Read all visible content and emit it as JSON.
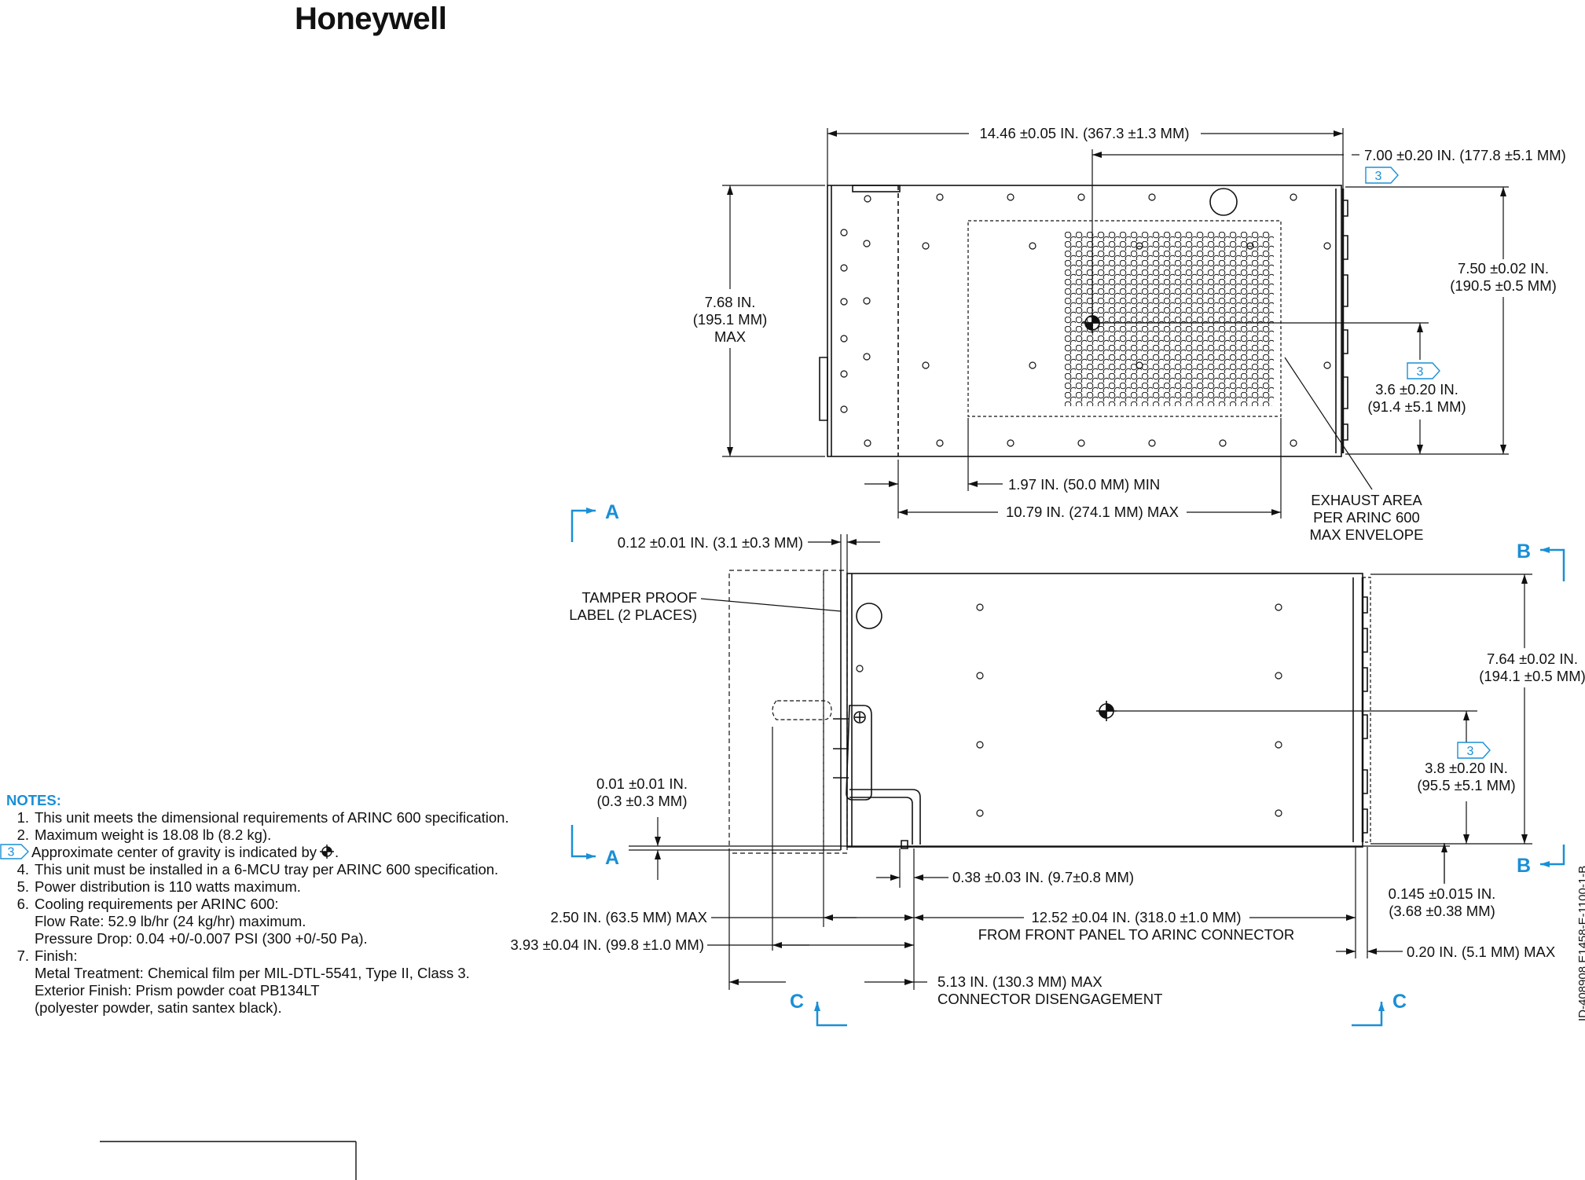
{
  "brand": "Honeywell",
  "dimensions": {
    "overall_length": "14.46 ±0.05 IN. (367.3 ±1.3 MM)",
    "cg_top_x": "7.00 ±0.20 IN. (177.8 ±5.1 MM)",
    "max_height_1": "7.68 IN.",
    "max_height_2": "(195.1 MM)",
    "max_height_3": "MAX",
    "width_1": "7.50 ±0.02 IN.",
    "width_2": "(190.5 ±0.5 MM)",
    "cg_top_y_1": "3.6 ±0.20 IN.",
    "cg_top_y_2": "(91.4 ±5.1 MM)",
    "exhaust_min": "1.97 IN. (50.0 MM) MIN",
    "exhaust_max": "10.79 IN. (274.1 MM) MAX",
    "exhaust_label_1": "EXHAUST AREA",
    "exhaust_label_2": "PER ARINC 600",
    "exhaust_label_3": "MAX ENVELOPE",
    "flange": "0.12 ±0.01 IN. (3.1 ±0.3 MM)",
    "tamper_1": "TAMPER PROOF",
    "tamper_2": "LABEL (2 PLACES)",
    "side_height_1": "7.64 ±0.02 IN.",
    "side_height_2": "(194.1 ±0.5 MM)",
    "cg_side_y_1": "3.8 ±0.20 IN.",
    "cg_side_y_2": "(95.5 ±5.1 MM)",
    "bottom_offset_1": "0.01 ±0.01 IN.",
    "bottom_offset_2": "(0.3 ±0.3 MM)",
    "rear_offset_1": "0.145 ±0.015 IN.",
    "rear_offset_2": "(3.68 ±0.38 MM)",
    "front_gap": "0.38 ±0.03 IN. (9.7±0.8 MM)",
    "handle_max": "2.50 IN. (63.5 MM) MAX",
    "front_to_connector_1": "12.52 ±0.04 IN. (318.0 ±1.0 MM)",
    "front_to_connector_2": "FROM FRONT PANEL TO ARINC CONNECTOR",
    "handle_ext": "3.93 ±0.04 IN. (99.8 ±1.0 MM)",
    "rear_max": "0.20 IN. (5.1 MM) MAX",
    "disengage_1": "5.13 IN. (130.3 MM) MAX",
    "disengage_2": "CONNECTOR DISENGAGEMENT"
  },
  "callouts": {
    "flag": "3",
    "a": "A",
    "b": "B",
    "c": "C"
  },
  "notes": {
    "title": "NOTES:",
    "items": [
      {
        "num": "1.",
        "text": "This unit meets the dimensional requirements of ARINC 600 specification."
      },
      {
        "num": "2.",
        "text": "Maximum weight is 18.08 lb (8.2 kg)."
      },
      {
        "num": "3",
        "text": "Approximate center of gravity is indicated by"
      },
      {
        "num": "4.",
        "text": "This unit must be installed in a 6-MCU tray per ARINC 600 specification."
      },
      {
        "num": "5.",
        "text": "Power distribution is 110 watts maximum."
      },
      {
        "num": "6.",
        "text": "Cooling requirements per ARINC 600:"
      },
      {
        "num": "7.",
        "text": "Finish:"
      }
    ],
    "sub6": [
      "Flow Rate: 52.9 lb/hr (24 kg/hr) maximum.",
      "Pressure Drop: 0.04 +0/-0.007 PSI (300 +0/-50 Pa)."
    ],
    "sub7": [
      "Metal Treatment: Chemical film per MIL-DTL-5541, Type II, Class 3.",
      "Exterior Finish: Prism powder coat PB134LT",
      "(polyester powder, satin santex black)."
    ]
  },
  "doc_id": "ID-408908  E1458-E-1100-1-B",
  "colors": {
    "accent": "#1a8fd6",
    "line": "#111111"
  }
}
